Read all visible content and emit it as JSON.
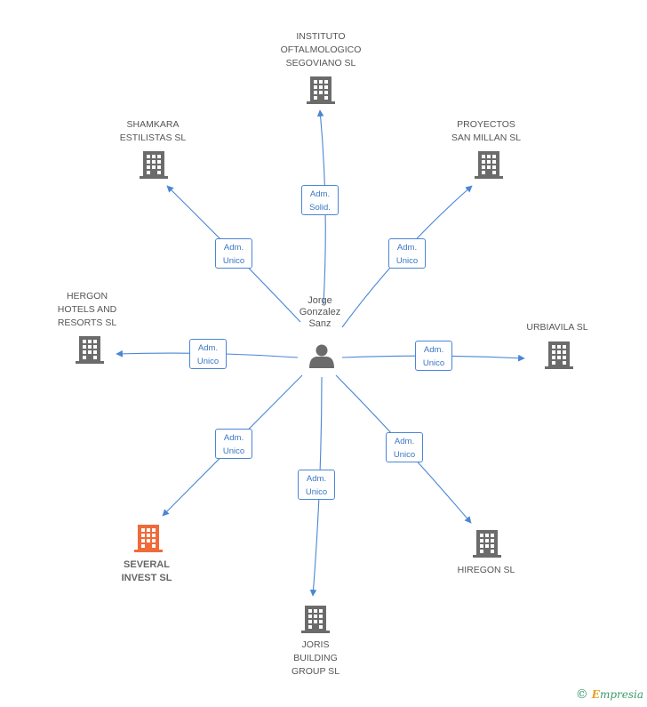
{
  "center": {
    "name": "Jorge\nGonzalez\nSanz",
    "icon": "person-icon"
  },
  "companies": [
    {
      "id": "instituto",
      "name": "INSTITUTO\nOFTALMOLOGICO\nSEGOVIANO SL",
      "role": "Adm.\nSolid.",
      "highlight": false
    },
    {
      "id": "shamkara",
      "name": "SHAMKARA\nESTILISTAS  SL",
      "role": "Adm.\nUnico",
      "highlight": false
    },
    {
      "id": "proyectos",
      "name": "PROYECTOS\nSAN MILLAN SL",
      "role": "Adm.\nUnico",
      "highlight": false
    },
    {
      "id": "hergon-hotels",
      "name": "HERGON\nHOTELS AND\nRESORTS SL",
      "role": "Adm.\nUnico",
      "highlight": false
    },
    {
      "id": "urbiavila",
      "name": "URBIAVILA  SL",
      "role": "Adm.\nUnico",
      "highlight": false
    },
    {
      "id": "several",
      "name": "SEVERAL\nINVEST SL",
      "role": "Adm.\nUnico",
      "highlight": true
    },
    {
      "id": "joris",
      "name": "JORIS\nBUILDING\nGROUP SL",
      "role": "Adm.\nUnico",
      "highlight": false
    },
    {
      "id": "hiregon",
      "name": "HIREGON SL",
      "role": "Adm.\nUnico",
      "highlight": false
    }
  ],
  "colors": {
    "edge": "#4a86d4",
    "building": "#6b6b6b",
    "highlight": "#f06a3a",
    "person": "#6b6b6b"
  },
  "brand": {
    "copyright": "©",
    "text_e": "E",
    "text_rest": "mpresia"
  }
}
